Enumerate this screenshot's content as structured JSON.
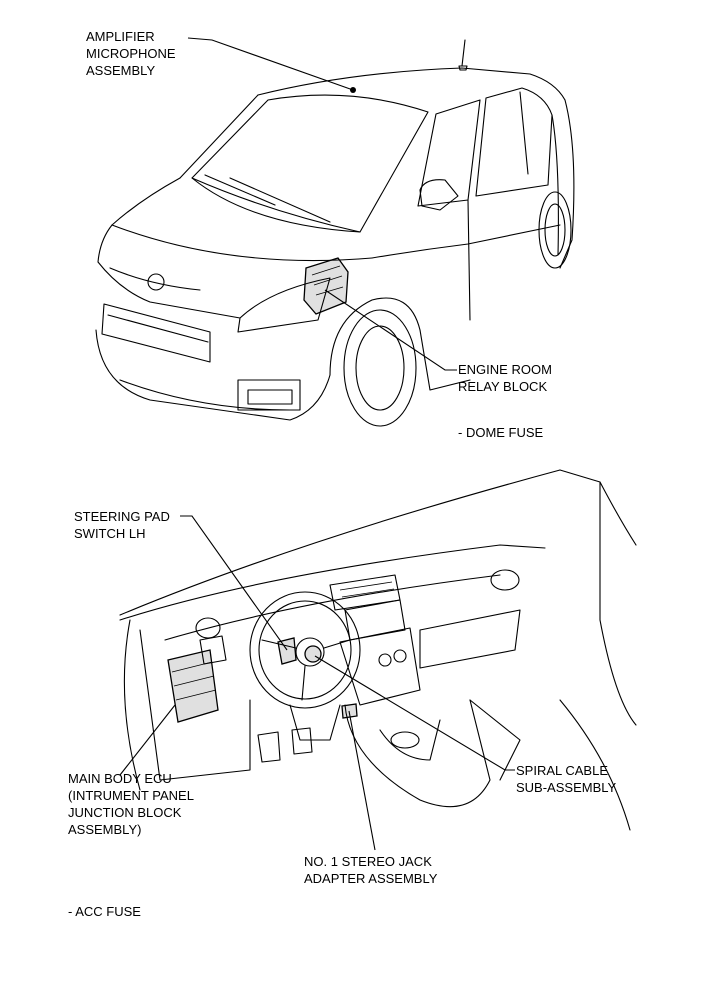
{
  "labels": {
    "amplifier_mic": [
      "AMPLIFIER",
      "MICROPHONE",
      "ASSEMBLY"
    ],
    "engine_relay": [
      "ENGINE ROOM",
      "RELAY BLOCK"
    ],
    "dome_fuse": "- DOME FUSE",
    "steering_pad": [
      "STEERING PAD",
      "SWITCH LH"
    ],
    "main_body_ecu": [
      "MAIN BODY ECU",
      "(INTRUMENT PANEL",
      "JUNCTION BLOCK",
      "ASSEMBLY)"
    ],
    "spiral_cable": [
      "SPIRAL CABLE",
      "SUB-ASSEMBLY"
    ],
    "stereo_jack": [
      "NO. 1 STEREO JACK",
      "ADAPTER ASSEMBLY"
    ],
    "acc_fuse": "- ACC FUSE"
  }
}
